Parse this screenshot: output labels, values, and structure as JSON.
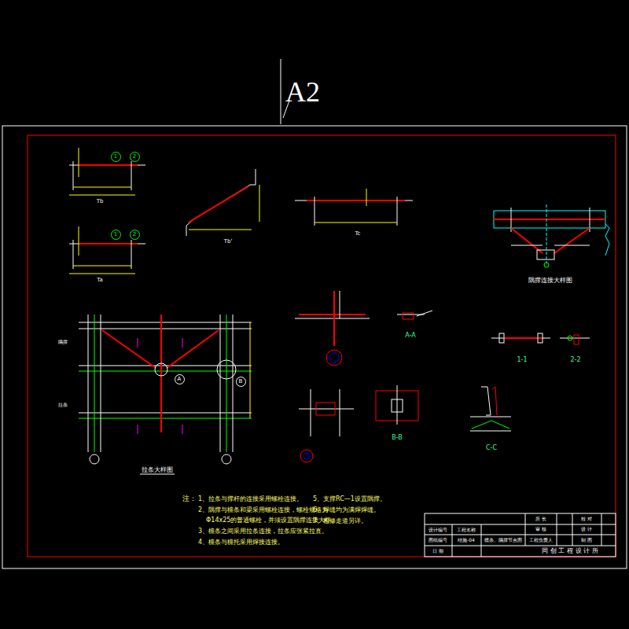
{
  "diagram": {
    "nodes": [
      {
        "text": [
          "1"
        ]
      },
      {
        "text": [
          "2"
        ]
      },
      {
        "text": [
          "1"
        ]
      },
      {
        "text": [
          "2"
        ]
      },
      {
        "text": [
          "A"
        ]
      },
      {
        "text": [
          "B"
        ]
      }
    ],
    "labels": [
      "A2",
      "Tb",
      "Ta",
      "Tb'",
      "Tc",
      "隅撑连接大样图",
      "拉条大样图",
      "A-A",
      "1-1",
      "2-2",
      "B-B",
      "C-C",
      "注：",
      "1、拉条与撑杆的连接采用螺栓连接。",
      "2、隅撑与檩条和梁采用螺栓连接，螺栓规格为",
      "Φ14x25的普通螺栓，并须设置隅撑连接大样。",
      "3、檩条之间采用拉条连接，拉条应张紧拉直。",
      "4、檩条与檩托采用焊接连接。",
      "5、支撑RC—1设置隅撑。",
      "6、焊缝均为满焊焊缝。",
      "7、检修走道另详。",
      "隅撑",
      "拉条",
      "设计编号",
      "工程名称",
      "图纸编号",
      "结施-04",
      "日 期",
      "所 长",
      "审 核",
      "工程负责人",
      "校 对",
      "设 计",
      "制 图",
      "同 创 工 程 设 计 所",
      "檩条、隅撑节点图"
    ]
  }
}
